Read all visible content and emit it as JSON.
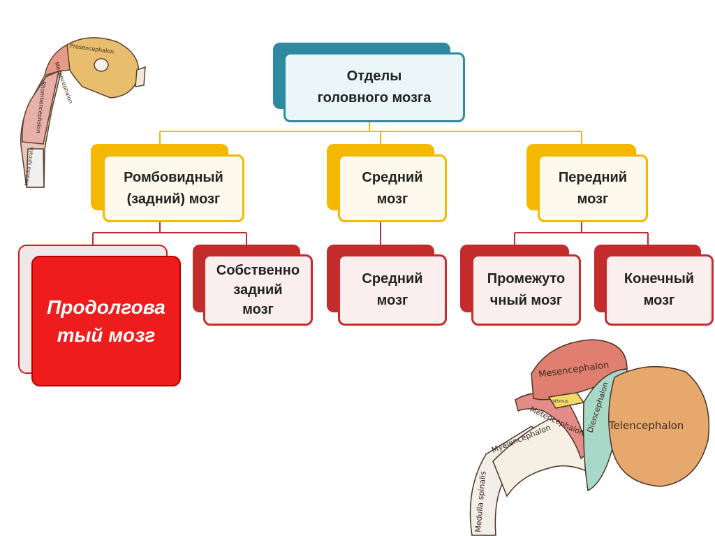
{
  "diagram": {
    "root": {
      "label": "Отделы\nголовного мозга"
    },
    "divisions": [
      {
        "label": "Ромбовидный\n(задний) мозг"
      },
      {
        "label": "Средний\nмозг"
      },
      {
        "label": "Передний\nмозг"
      }
    ],
    "subdivisions": [
      {
        "label": "Продолгова\nтый мозг",
        "highlighted": true
      },
      {
        "label": "Собственно\nзадний\nмозг"
      },
      {
        "label": "Средний\nмозг"
      },
      {
        "label": "Промежуто\nчный мозг"
      },
      {
        "label": "Конечный\nмозг"
      }
    ]
  },
  "images": {
    "embryo_left_labels": [
      "Prosencephalon",
      "Mesencephalon",
      "Rhombencephalon",
      "Medulla spinalis"
    ],
    "embryo_right_labels": [
      "Mesencephalon",
      "Isthmus",
      "Metencephalon",
      "Diencephalon",
      "Telencephalon",
      "Myelencephalon",
      "Medulla spinalis"
    ]
  },
  "colors": {
    "root": "#2e8aa0",
    "division": "#f5b800",
    "subdivision": "#c42b2b",
    "highlight": "#ee1c1c"
  }
}
